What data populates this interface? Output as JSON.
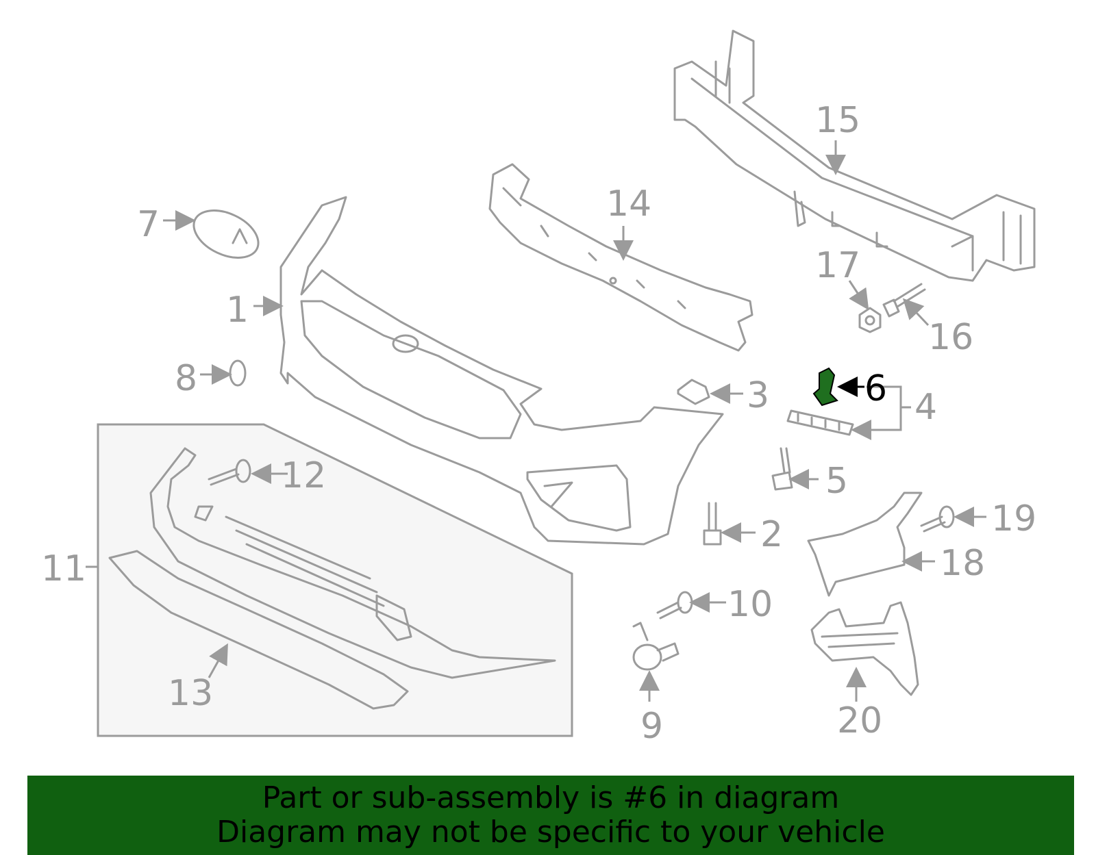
{
  "diagram": {
    "highlight_color": "#1f6f1f",
    "labels": [
      "1",
      "2",
      "3",
      "4",
      "5",
      "6",
      "7",
      "8",
      "9",
      "10",
      "11",
      "12",
      "13",
      "14",
      "15",
      "16",
      "17",
      "18",
      "19",
      "20"
    ],
    "highlighted_label": "6"
  },
  "banner": {
    "line1": "Part or sub-assembly is #6 in diagram",
    "line2": "Diagram may not be specific to your vehicle",
    "background": "#106010"
  }
}
